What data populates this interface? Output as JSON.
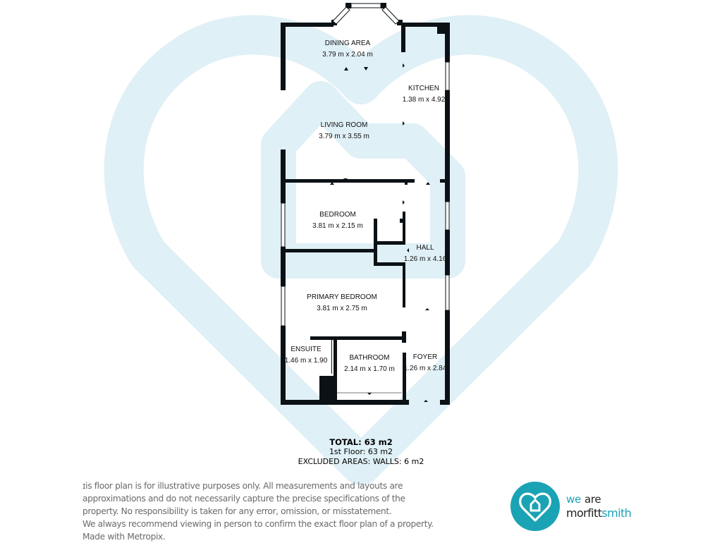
{
  "colors": {
    "watermark": "#dff0f6",
    "wall": "#0b1115",
    "brand_teal": "#1aa3b5",
    "text_dark": "#222222",
    "disclaimer_text": "#6a6a6a"
  },
  "floor_plan": {
    "rooms": [
      {
        "name": "DINING AREA",
        "size": "3.79 m x 2.04 m"
      },
      {
        "name": "KITCHEN",
        "size": "1.38 m x 4.92"
      },
      {
        "name": "LIVING ROOM",
        "size": "3.79 m x 3.55 m"
      },
      {
        "name": "BEDROOM",
        "size": "3.81 m x 2.15 m"
      },
      {
        "name": "HALL",
        "size": "1.26 m x 4.16"
      },
      {
        "name": "PRIMARY BEDROOM",
        "size": "3.81 m x 2.75 m"
      },
      {
        "name": "ENSUITE",
        "size": "1.46 m x 1.90"
      },
      {
        "name": "BATHROOM",
        "size": "2.14 m x 1.70 m"
      },
      {
        "name": "FOYER",
        "size": "1.26 m x 2.84"
      }
    ]
  },
  "totals": {
    "total": "TOTAL: 63 m2",
    "floor": "1st Floor: 63 m2",
    "excluded": "EXCLUDED AREAS: WALLS: 6 m2"
  },
  "disclaimer": {
    "lines": [
      "ɪis floor plan is for illustrative purposes only. All measurements and layouts are",
      "approximations and do not necessarily capture the precise specifications of the",
      "property. No responsibility is taken for any error, omission, or misstatement.",
      "We always recommend viewing in person to confirm the exact floor plan of a property.",
      "Made with Metropix."
    ]
  },
  "brand": {
    "icon": "heart-house-icon",
    "we": "we",
    "are": "are",
    "morfitt": "morfitt",
    "smith": "smith"
  }
}
